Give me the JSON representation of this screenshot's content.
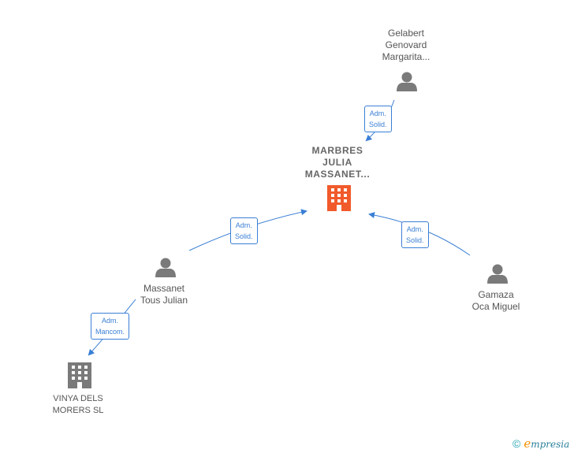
{
  "nodes": {
    "gelabert": {
      "lines": [
        "Gelabert",
        "Genovard",
        "Margarita..."
      ]
    },
    "marbres": {
      "lines": [
        "MARBRES",
        "JULIA",
        "MASSANET..."
      ]
    },
    "massanet": {
      "lines": [
        "Massanet",
        "Tous Julian"
      ]
    },
    "gamaza": {
      "lines": [
        "Gamaza",
        "Oca Miguel"
      ]
    },
    "vinya": {
      "lines": [
        "VINYA DELS",
        "MORERS SL"
      ]
    }
  },
  "edges": {
    "gelabert_marbres": [
      "Adm.",
      "Solid."
    ],
    "massanet_marbres": [
      "Adm.",
      "Solid."
    ],
    "gamaza_marbres": [
      "Adm.",
      "Solid."
    ],
    "massanet_vinya": [
      "Adm.",
      "Mancom."
    ]
  },
  "colors": {
    "edge": "#3a7fd5",
    "person": "#7a7a7a",
    "company_main": "#f15a2b",
    "company": "#7a7a7a"
  },
  "brand": {
    "symbol": "©",
    "initial": "e",
    "rest": "mpresia"
  }
}
